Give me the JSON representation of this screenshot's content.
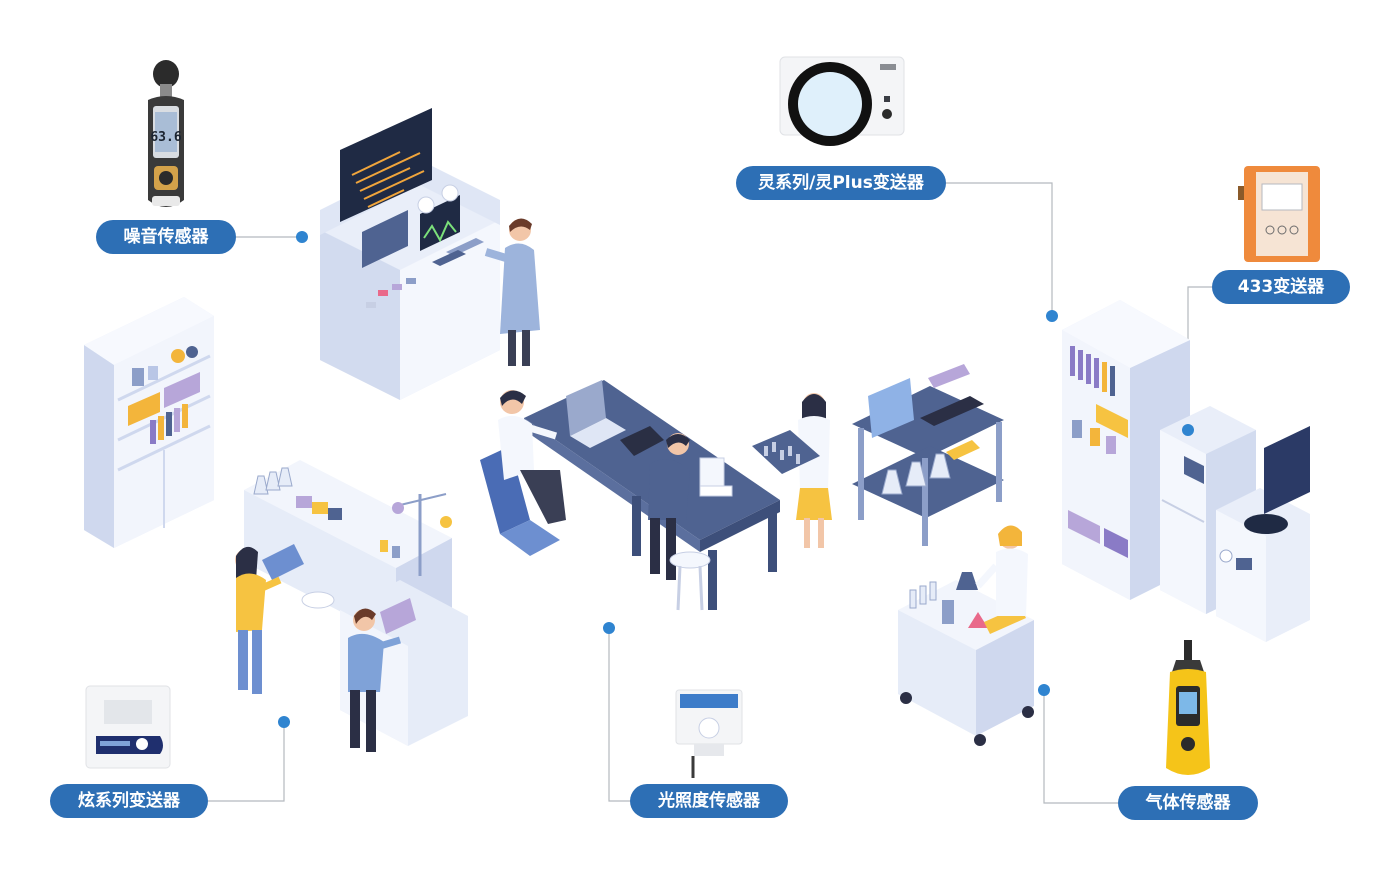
{
  "labels": {
    "noise": "噪音传感器",
    "ling": "灵系列/灵Plus变送器",
    "t433": "433变送器",
    "xuan": "炫系列变送器",
    "light": "光照度传感器",
    "gas": "气体传感器"
  },
  "devices": {
    "noise_meter_reading": "63.6"
  },
  "icons": [
    "noise-meter-icon",
    "ling-transmitter-icon",
    "transmitter-433-icon",
    "xuan-transmitter-icon",
    "light-sensor-icon",
    "gas-detector-icon"
  ],
  "colors": {
    "label_bg": "#2d6fb5",
    "label_text": "#ffffff",
    "dot": "#2f84d0",
    "connector": "#b5b9bf",
    "furniture": "#dfe6f5",
    "desk": "#4f6391",
    "accent_orange": "#ef8a3c",
    "accent_yellow": "#f6c341"
  }
}
